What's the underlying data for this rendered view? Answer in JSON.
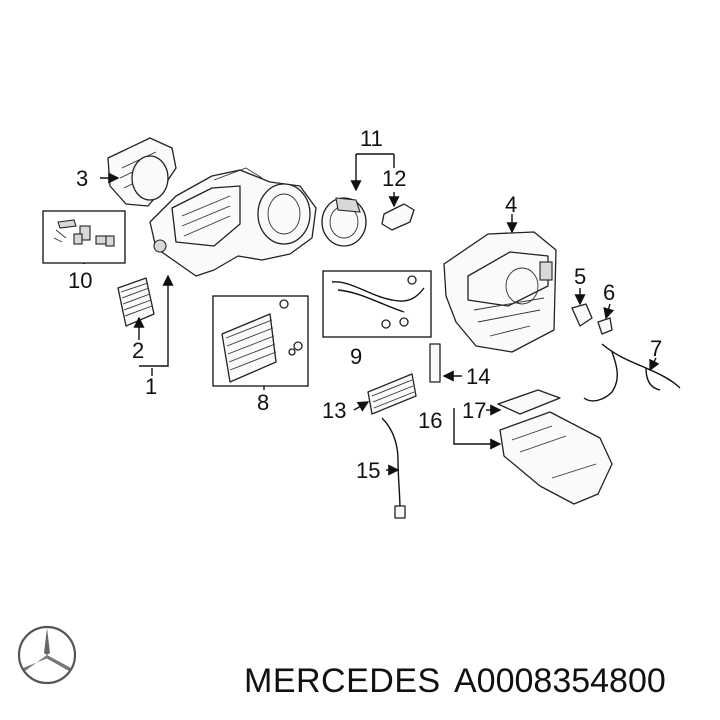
{
  "callouts": {
    "c1": "1",
    "c2": "2",
    "c3": "3",
    "c4": "4",
    "c5": "5",
    "c6": "6",
    "c7": "7",
    "c8": "8",
    "c9": "9",
    "c10": "10",
    "c11": "11",
    "c12": "12",
    "c13": "13",
    "c14": "14",
    "c15": "15",
    "c16": "16",
    "c17": "17"
  },
  "footer": {
    "brand": "MERCEDES",
    "part_number": "A0008354800"
  },
  "logo": {
    "icon": "mercedes-star-icon"
  },
  "colors": {
    "ink": "#111111",
    "background": "#ffffff"
  }
}
